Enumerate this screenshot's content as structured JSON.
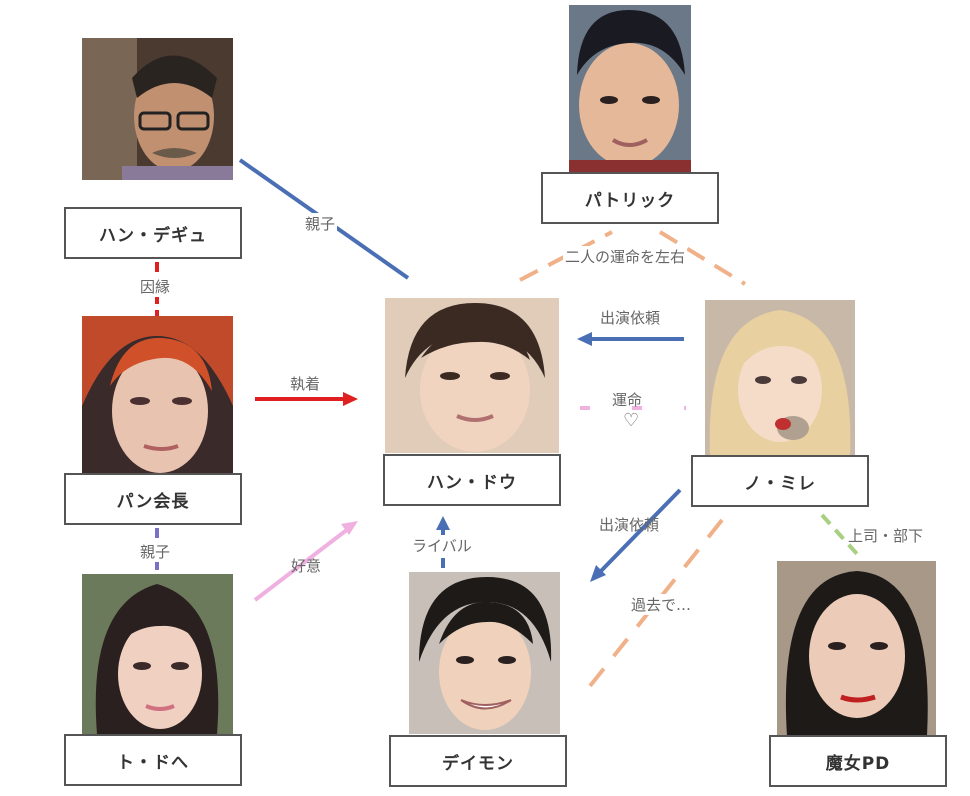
{
  "characters": {
    "han_degyu": {
      "name": "ハン・デギュ"
    },
    "pan_chairman": {
      "name": "パン会長"
    },
    "to_dohe": {
      "name": "ト・ドへ"
    },
    "han_dou": {
      "name": "ハン・ドウ"
    },
    "patrick": {
      "name": "パトリック"
    },
    "no_mire": {
      "name": "ノ・ミレ"
    },
    "daemon": {
      "name": "デイモン"
    },
    "witch_pd": {
      "name": "魔女PD"
    }
  },
  "relations": {
    "parent_child_1": "親子",
    "fate_connection": "因縁",
    "obsession": "執着",
    "parent_child_2": "親子",
    "affection": "好意",
    "rival": "ライバル",
    "controls_fate": "二人の運命を左右",
    "appearance_request_1": "出演依頼",
    "destiny": "運命",
    "heart": "♡",
    "appearance_request_2": "出演依頼",
    "in_the_past": "過去で…",
    "boss_subordinate": "上司・部下"
  },
  "colors": {
    "blue": "#4a6fb5",
    "red": "#e02020",
    "pink": "#f0b0e0",
    "orange": "#f0b088",
    "green": "#a8d080",
    "purple": "#7a70c8",
    "box_border": "#555555"
  }
}
